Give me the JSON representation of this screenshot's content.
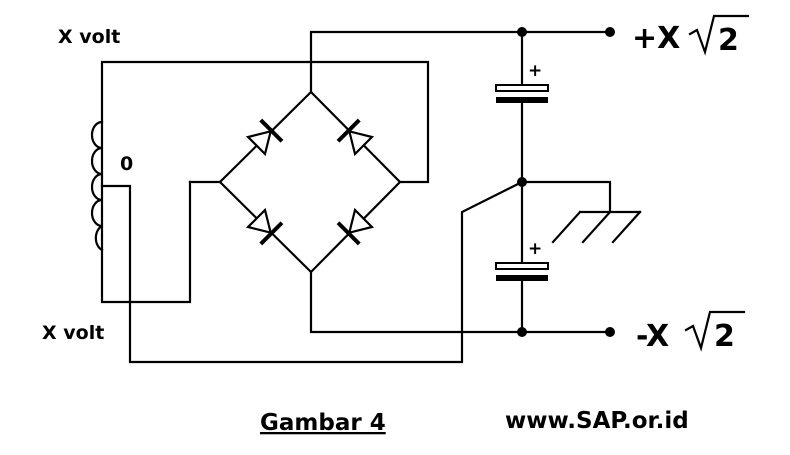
{
  "labels": {
    "top_left": "X volt",
    "bottom_left": "X volt",
    "center_tap": "0",
    "pos_out_prefix": "+X",
    "neg_out_prefix": "-X",
    "radicand": "2",
    "cap_plus": "+",
    "caption": "Gambar 4",
    "website": "www.SAP.or.id"
  },
  "colors": {
    "ink": "#000000",
    "background": "#ffffff"
  },
  "icons": [
    "transformer-coil-icon",
    "bridge-rectifier-icon",
    "diode-icon",
    "capacitor-icon",
    "ground-icon",
    "junction-dot-icon",
    "square-root-icon"
  ]
}
